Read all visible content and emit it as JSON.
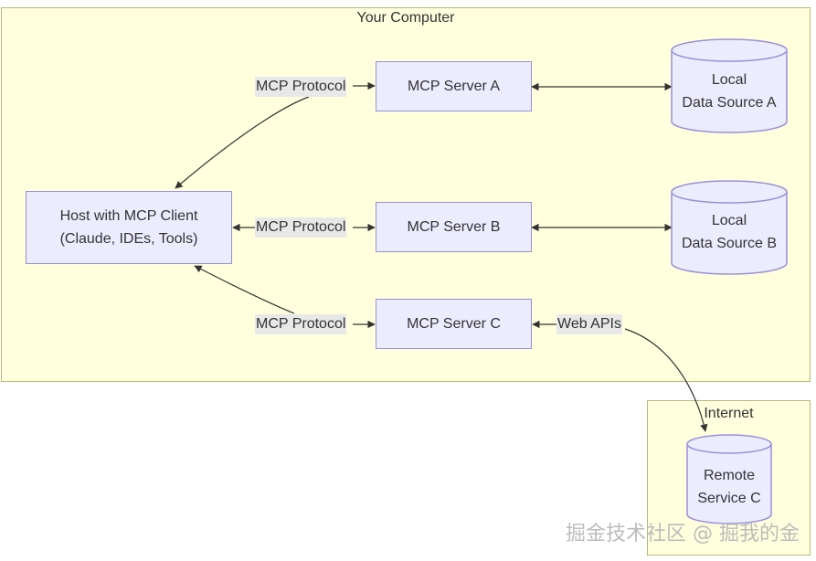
{
  "clusters": {
    "your_computer": {
      "title": "Your Computer"
    },
    "internet": {
      "title": "Internet"
    }
  },
  "nodes": {
    "host": {
      "line1": "Host with MCP Client",
      "line2": "(Claude, IDEs, Tools)"
    },
    "server_a": {
      "label": "MCP Server A"
    },
    "server_b": {
      "label": "MCP Server B"
    },
    "server_c": {
      "label": "MCP Server C"
    },
    "source_a": {
      "line1": "Local",
      "line2": "Data Source A"
    },
    "source_b": {
      "line1": "Local",
      "line2": "Data Source B"
    },
    "remote_c": {
      "line1": "Remote",
      "line2": "Service C"
    }
  },
  "edges": {
    "host_server_a": {
      "label": "MCP Protocol"
    },
    "host_server_b": {
      "label": "MCP Protocol"
    },
    "host_server_c": {
      "label": "MCP Protocol"
    },
    "server_c_remote": {
      "label": "Web APIs"
    }
  },
  "colors": {
    "cluster_fill": "#ffffde",
    "cluster_stroke": "#b7b77a",
    "node_fill": "#ececff",
    "node_stroke": "#9a8fd6",
    "edge": "#333333"
  },
  "watermark": "掘金技术社区 @ 掘我的金"
}
